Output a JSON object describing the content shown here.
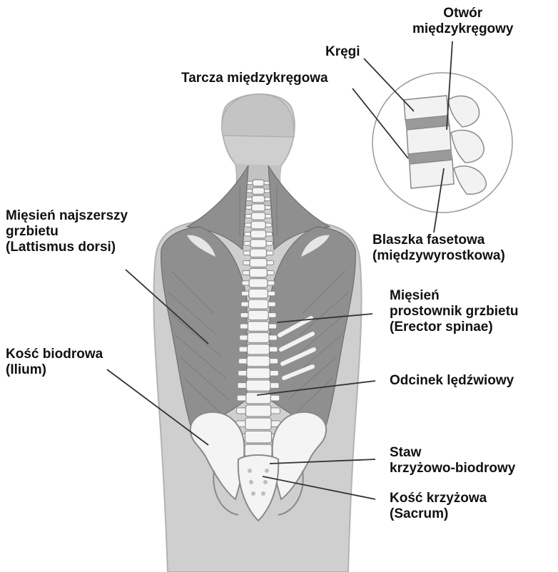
{
  "colors": {
    "skin": "#cfcfcf",
    "skin_shadow": "#bdbdbd",
    "muscle": "#8f8f8f",
    "muscle_dark": "#6e6e6e",
    "bone": "#f4f4f4",
    "bone_outline": "#8a8a8a",
    "line": "#333333",
    "text": "#111111"
  },
  "labels": {
    "intervertebral_foramen": [
      "Otwór",
      "międzykręgowy"
    ],
    "vertebrae": [
      "Kręgi"
    ],
    "intervertebral_disc": [
      "Tarcza międzykręgowa"
    ],
    "latissimus": [
      "Mięsień najszerszy",
      "grzbietu",
      "(Lattismus dorsi)"
    ],
    "facet_lamina": [
      "Blaszka fasetowa",
      "(międzywyrostkowa)"
    ],
    "erector": [
      "Mięsień",
      "prostownik grzbietu",
      "(Erector spinae)"
    ],
    "ilium": [
      "Kość biodrowa",
      "(Ilium)"
    ],
    "lumbar": [
      "Odcinek lędźwiowy"
    ],
    "si_joint": [
      "Staw",
      "krzyżowo-biodrowy"
    ],
    "sacrum": [
      "Kość krzyżowa",
      "(Sacrum)"
    ]
  }
}
